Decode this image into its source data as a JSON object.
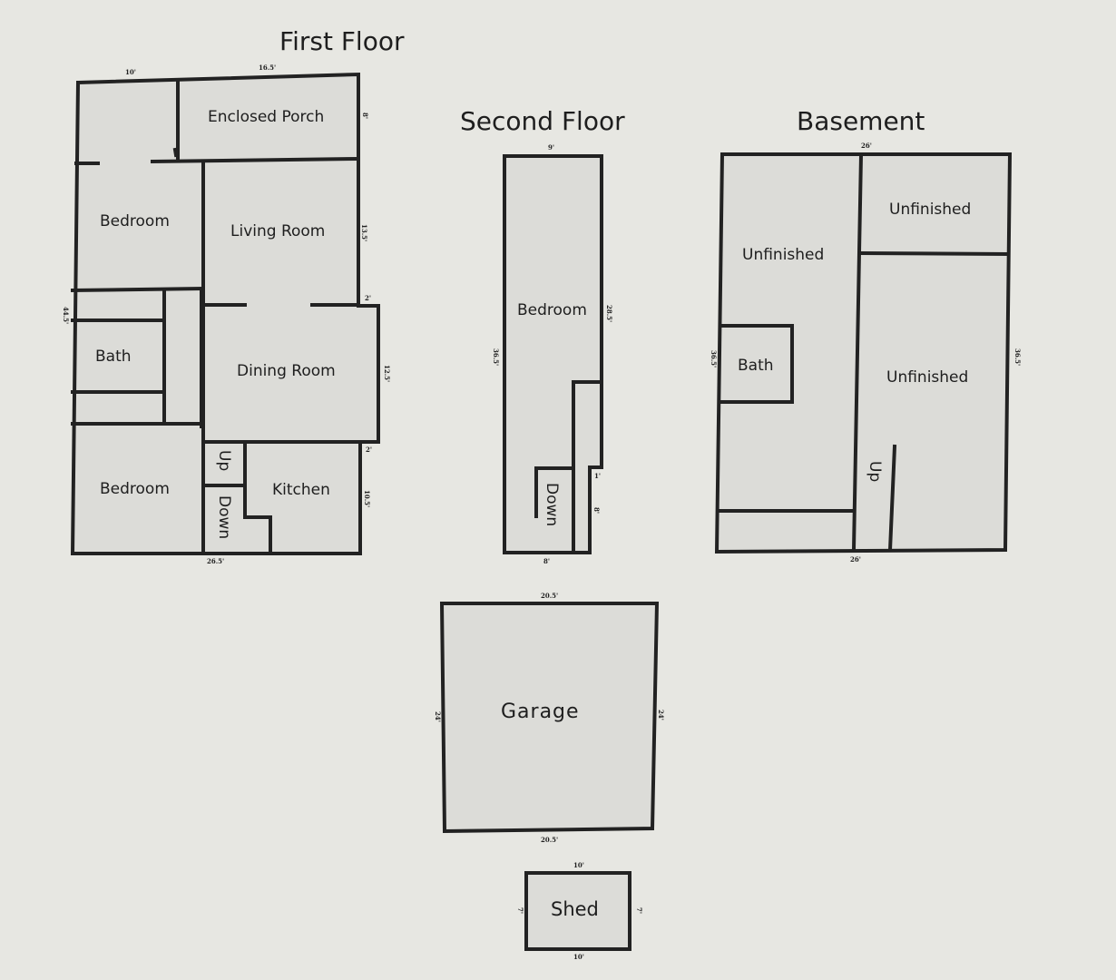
{
  "titles": {
    "first_floor": "First Floor",
    "second_floor": "Second Floor",
    "basement": "Basement"
  },
  "first_floor": {
    "enclosed_porch": "Enclosed Porch",
    "bedroom_top": "Bedroom",
    "living_room": "Living Room",
    "bath": "Bath",
    "dining_room": "Dining Room",
    "bedroom_bottom": "Bedroom",
    "kitchen": "Kitchen",
    "stairs_up": "Up",
    "stairs_down": "Down",
    "dims": {
      "top_left": "10'",
      "top_right": "16.5'",
      "porch_side": "8'",
      "living_side": "13.5'",
      "jog_top": "2'",
      "dining_side": "12.5'",
      "jog_bottom": "2'",
      "kitchen_side": "10.5'",
      "left_side": "44.5'",
      "bottom": "26.5'"
    }
  },
  "second_floor": {
    "bedroom": "Bedroom",
    "stairs_down": "Down",
    "dims": {
      "top": "9'",
      "left_side": "36.5'",
      "right_side": "28.5'",
      "step_top": "1'",
      "step_side": "8'",
      "bottom": "8'"
    }
  },
  "basement": {
    "unfinished_left": "Unfinished",
    "unfinished_top_right": "Unfinished",
    "unfinished_right": "Unfinished",
    "bath": "Bath",
    "stairs_up": "Up",
    "dims": {
      "top": "26'",
      "left_side": "36.5'",
      "right_side": "36.5'",
      "bottom": "26'"
    }
  },
  "garage": {
    "label": "Garage",
    "dims": {
      "top": "20.5'",
      "bottom": "20.5'",
      "left": "24'",
      "right": "24'"
    }
  },
  "shed": {
    "label": "Shed",
    "dims": {
      "top": "10'",
      "bottom": "10'",
      "left": "7'",
      "right": "7'"
    }
  }
}
